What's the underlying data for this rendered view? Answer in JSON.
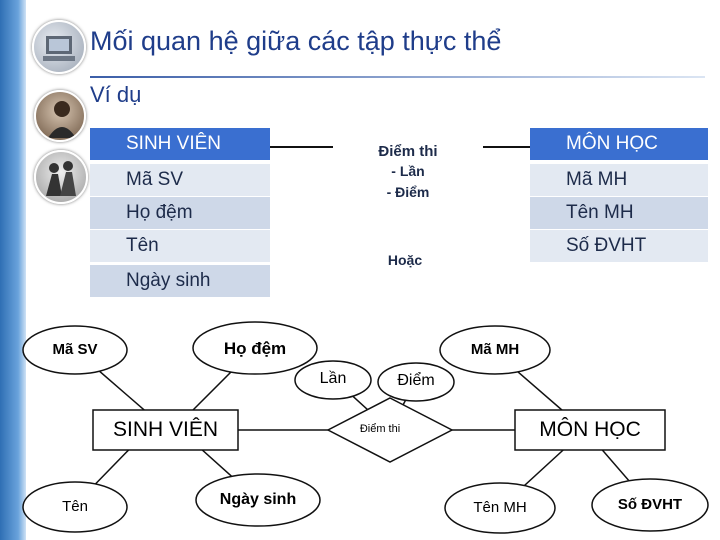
{
  "title": "Mối quan hệ giữa các tập thực thể",
  "subtitle": "Ví dụ",
  "colors": {
    "header": "#3a6fd0",
    "title": "#1f3d8a",
    "accent": "#2f6fb4"
  },
  "sinh_vien_table": {
    "header": "SINH VIÊN",
    "rows": [
      "Mã SV",
      "Họ đệm",
      "Tên",
      "Ngày sinh"
    ]
  },
  "mon_hoc_table": {
    "header": "MÔN HỌC",
    "rows": [
      "Mã MH",
      "Tên MH",
      "Số ĐVHT"
    ]
  },
  "relation_box": {
    "line1": "Điểm thi",
    "line2": "- Lần",
    "line3": "- Điểm"
  },
  "or_text": "Hoặc",
  "er": {
    "entity_sv": "SINH VIÊN",
    "entity_mh": "MÔN HỌC",
    "relationship": "Điểm thi",
    "attrs": {
      "ma_sv": "Mã SV",
      "ho_dem": "Họ đệm",
      "ten": "Tên",
      "ngay_sinh": "Ngày sinh",
      "lan": "Lần",
      "diem": "Điểm",
      "ma_mh": "Mã MH",
      "ten_mh": "Tên MH",
      "so_dvht": "Số ĐVHT"
    }
  }
}
